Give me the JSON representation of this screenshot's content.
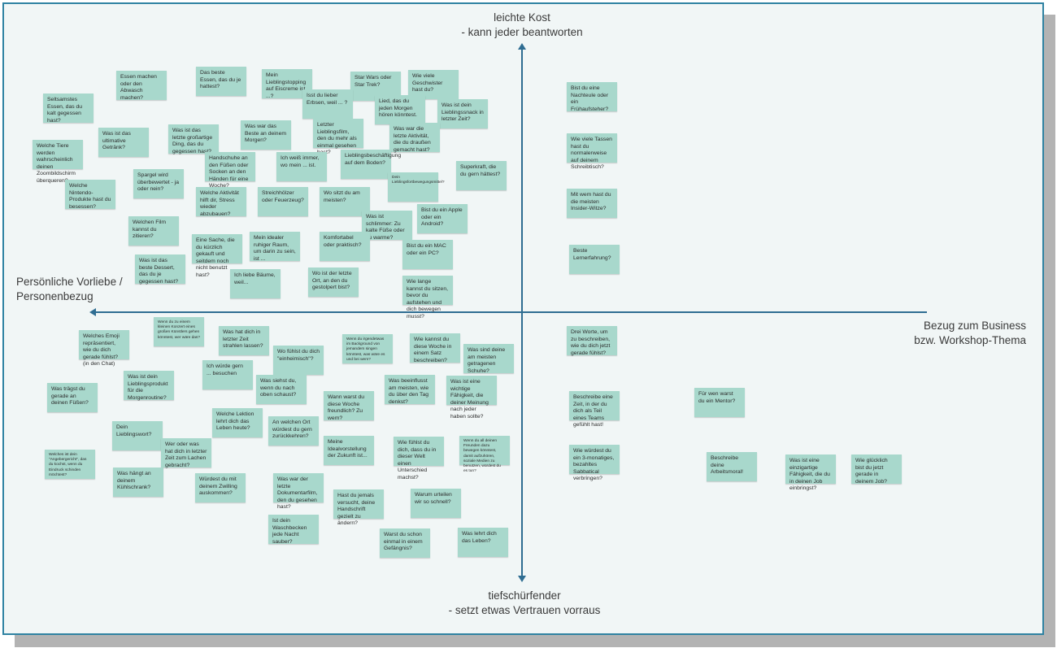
{
  "axes": {
    "top": "leichte  Kost\n- kann jeder beantworten",
    "bottom": "tiefschürfender\n- setzt etwas Vertrauen vorraus",
    "left": "Persönliche Vorliebe /\nPersonenbezug",
    "right": "Bezug zum Business\nbzw. Workshop-Thema"
  },
  "notes": [
    "Essen machen oder den Abwasch machen?",
    "Das beste Essen, das du je hattest?",
    "Mein Lieblingstopping auf Eiscreme ist ...?",
    "Star Wars oder Star Trek?",
    "Wie viele Geschwister hast du?",
    "Seltsamstes Essen, das du kalt gegessen hast?",
    "Isst du lieber Erbsen, weil ... ?",
    "Lied, das du jeden Morgen hören könntest.",
    "Was ist dein Lieblingssnack in letzter Zeit?",
    "Was ist das ultimative Getränk?",
    "Was ist das letzte großartige Ding, das du gegessen hast?",
    "Was war das Beste an deinem Morgen?",
    "Letzter Lieblingsfilm, den du mehr als einmal gesehen hast?",
    "Was war die letzte Aktivität, die du draußen gemacht hast?",
    "Welche Tiere werden wahrscheinlich deinen Zoombildschirm überqueren?",
    "Handschuhe an den Füßen oder Socken an den Händen für eine Woche?",
    "Ich weiß immer, wo mein ... ist.",
    "Lieblingsbeschäftigung auf dem Boden?",
    "Superkraft, die du gern hättest?",
    "Spargel wird überbewertet - ja oder nein?",
    "Dein Lieblingsfortbewegungsmittel?",
    "Welche Nintendo-Produkte hast du besessen?",
    "Welche Aktivität hilft dir, Stress wieder abzubauen?",
    "Streichhölzer oder Feuerzeug?",
    "Wo sitzt du am meisten?",
    "Bist du ein Apple oder ein Android?",
    "Was ist schlimmer: Zu kalte Füße oder zu warme?",
    "Welchen Film kannst du zitieren?",
    "Eine Sache, die du kürzlich gekauft und seitdem noch nicht benutzt hast?",
    "Mein idealer ruhiger Raum, um darin zu sein, ist ...",
    "Komfortabel oder praktisch?",
    "Bist du ein MAC oder ein PC?",
    "Was ist das beste Dessert, das du je gegessen hast?",
    "Ich liebe Bäume, weil...",
    "Wo ist der letzte Ort, an den du gestolpert bist?",
    "Wie lange kannst du sitzen, bevor du aufstehen und dich bewegen musst?",
    "Bist du eine Nachteule oder ein Frühaufsteher?",
    "Wie viele Tassen hast du normalerweise auf deinem Schreibtisch?",
    "Mit wem hast du die meisten Insider-Witze?",
    "Beste Lernerfahrung?",
    "Wenn du zu einem kleinen Konzert eines großen Künstlers gehen könntest, wer wäre das?",
    "Welches Emoji repräsentiert, wie du dich gerade fühlst? (in den Chat)",
    "Was hat dich in letzter Zeit strahlen lassen?",
    "Wo fühlst du dich \"einheimisch\"?",
    "Wenn du irgendetwas im Background von jemandem singen könntest, was wäre es und bei wem?",
    "Wie kannst du diese Woche in einem Satz beschreiben?",
    "Was sind deine am meisten getragenen Schuhe?",
    "Ich würde gern ... besuchen",
    "Was ist dein Lieblingsprodukt für die Morgenroutine?",
    "Was siehst du, wenn du nach oben schaust?",
    "Was beeinflusst am meisten, wie du über den Tag denkst?",
    "Was ist eine wichtige Fähigkeit, die deiner Meinung nach jeder haben sollte?",
    "Was trägst du gerade an deinen Füßen?",
    "Wann warst du diese Woche freundlich? Zu wem?",
    "Welche Lektion lehrt dich das Leben heute?",
    "An welchen Ort würdest du gern zurückkehren?",
    "Dein Lieblingswort?",
    "Wer oder was hat dich in letzter Zeit zum Lachen gebracht?",
    "Meine Idealvorstellung der Zukunft ist...",
    "Wie fühlst du dich, dass du in dieser Welt einen Unterschied machst?",
    "Wenn du all deinen Freunden dazu bewegen könntest, damit aufzuhören, soziale Medien zu benutzen, würdest du es tun?",
    "Welches ist dein \"Angebergericht\", das du kochst, wenn du Eindruck schinden möchtest?",
    "Was hängt an deinem Kühlschrank?",
    "Würdest du mit deinem Zwilling auskommen?",
    "Was war der letzte Dokumentarfilm, den du gesehen hast?",
    "Hast du jemals versucht, deine Handschrift gezielt zu ändern?",
    "Warum urteilen wir so schnell?",
    "Ist dein Waschbecken jede Nacht sauber?",
    "Warst du schon einmal in einem Gefängnis?",
    "Was lehrt dich das Leben?",
    "Drei Worte, um zu beschreiben, wie du dich jetzt gerade fühlst?",
    "Beschreibe eine Zeit, in der du dich als Teil eines Teams gefühlt hast!",
    "Für wen warst du ein Mentor?",
    "Wie würdest du ein 3-monatiges, bezahltes Sabbatical verbringen?",
    "Beschreibe deine Arbeitsmoral!",
    "Was ist eine einzigartige Fähigkeit, die du in deinen Job einbringst?",
    "Wie glücklich bist du jetzt gerade in deinem Job?"
  ]
}
